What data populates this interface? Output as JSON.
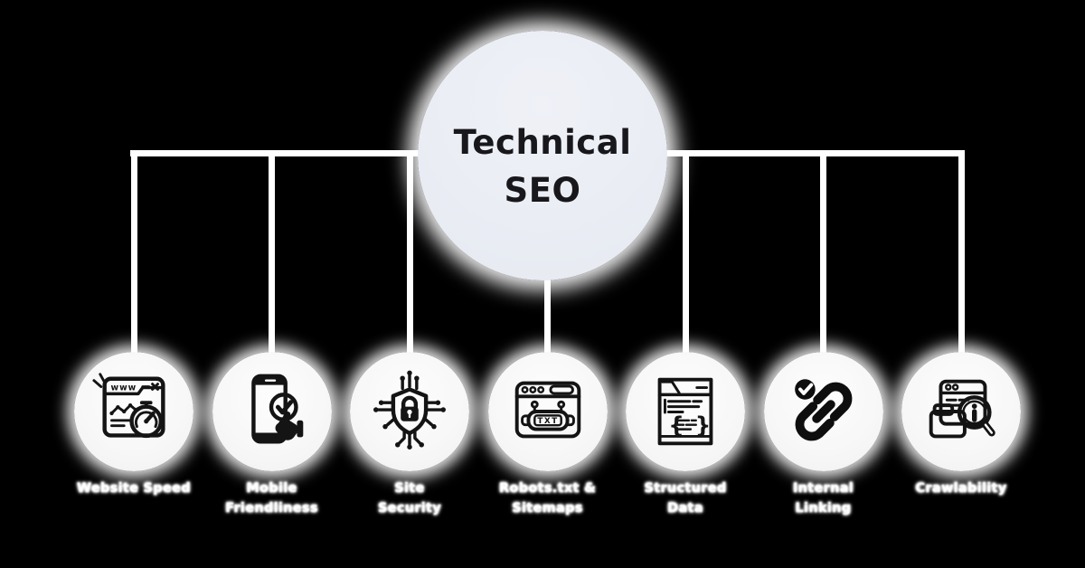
{
  "background_color": "#000000",
  "connector_color": "#ffffff",
  "center": {
    "title_line1": "Technical",
    "title_line2": "SEO",
    "circle_color": "#eaedf4",
    "text_color": "#17171c"
  },
  "nodes": [
    {
      "icon": "website-speed-icon",
      "icon_text": "www",
      "label_line1": "Website Speed",
      "label_line2": ""
    },
    {
      "icon": "mobile-friendliness-icon",
      "icon_text": "",
      "label_line1": "Mobile",
      "label_line2": "Friendliness"
    },
    {
      "icon": "site-security-icon",
      "icon_text": "",
      "label_line1": "Site",
      "label_line2": "Security"
    },
    {
      "icon": "robots-txt-icon",
      "icon_text": "TXT",
      "label_line1": "Robots.txt &",
      "label_line2": "Sitemaps"
    },
    {
      "icon": "structured-data-icon",
      "icon_text": "",
      "label_line1": "Structured",
      "label_line2": "Data"
    },
    {
      "icon": "internal-linking-icon",
      "icon_text": "",
      "label_line1": "Internal",
      "label_line2": "Linking"
    },
    {
      "icon": "crawlability-icon",
      "icon_text": "",
      "label_line1": "Crawlability",
      "label_line2": ""
    }
  ]
}
